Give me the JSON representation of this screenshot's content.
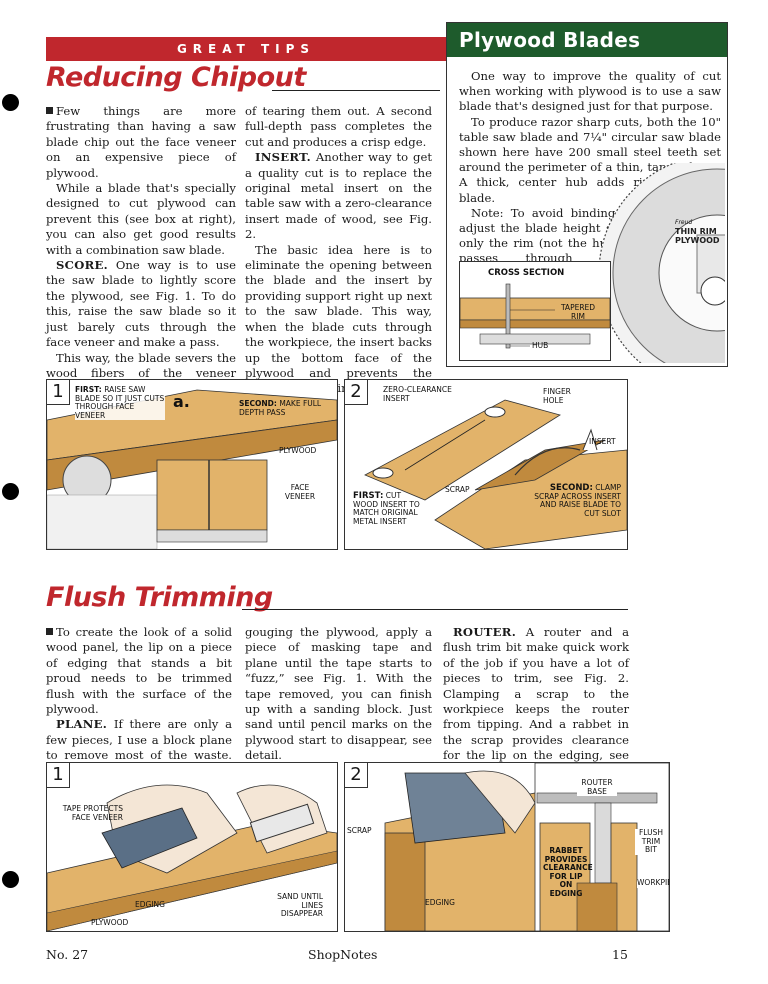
{
  "banner": "GREAT TIPS",
  "chipout": {
    "title": "Reducing Chipout",
    "col1": {
      "p1": "Few things are more frustrating than having a saw blade chip out the face veneer on an expensive piece of plywood.",
      "p2": "While a blade that's specially designed to cut plywood can prevent this (see box at right), you can also get good results with a combination saw blade.",
      "p3_lead": "SCORE.",
      "p3": " One way is to use the saw blade to lightly score the plywood, see Fig. 1. To do this, raise the saw blade so it just barely cuts through the face veneer and make a pass.",
      "p4": "This way, the blade severs the wood fibers of the veneer instead"
    },
    "col2": {
      "p1": "of tearing them out. A second full-depth pass completes the cut and produces a crisp edge.",
      "p2_lead": "INSERT.",
      "p2": " Another way to get a quality cut is to replace the original metal insert on the table saw with a zero-clearance insert made of wood, see Fig. 2.",
      "p3": "The basic idea here is to eliminate the opening between the blade and the insert by providing support right up next to the saw blade. This way, when the blade cuts through the workpiece, the insert backs up the bottom face of the plywood and prevents the veneer from splintering."
    }
  },
  "sidebar": {
    "title": "Plywood Blades",
    "p1": "One way to improve the quality of cut when working with plywood is to use a saw blade that's designed just for that purpose.",
    "p2": "To produce razor sharp cuts, both the 10\" table saw blade and 7¼\" circular saw blade shown here have 200 small steel teeth set around the perimeter of a thin, tapered rim. A thick, center hub adds rigidty to the blade.",
    "p3": "Note: To avoid binding, adjust the blade height so only the rim (not the hub) passes through the workpiece.",
    "cross_section": "CROSS SECTION",
    "tapered_rim": "TAPERED RIM",
    "hub": "HUB",
    "blade_brand": "Freud",
    "blade_text": "THIN RIM PLYWOOD"
  },
  "fig_chip_1": {
    "num": "1",
    "first_lead": "FIRST:",
    "first": "RAISE SAW BLADE SO IT JUST CUTS THROUGH FACE VENEER",
    "a": "a.",
    "second_lead": "SECOND:",
    "second": "MAKE FULL DEPTH PASS",
    "plywood": "PLYWOOD",
    "face_veneer": "FACE VENEER"
  },
  "fig_chip_2": {
    "num": "2",
    "zero": "ZERO-CLEARANCE INSERT",
    "finger": "FINGER HOLE",
    "insert": "INSERT",
    "scrap": "SCRAP",
    "first_lead": "FIRST:",
    "first": "CUT WOOD INSERT TO MATCH ORIGINAL METAL INSERT",
    "second_lead": "SECOND:",
    "second": "CLAMP SCRAP ACROSS INSERT AND RAISE BLADE TO CUT SLOT"
  },
  "flush": {
    "title": "Flush Trimming",
    "col1": {
      "p1": "To create the look of a solid wood panel, the lip on a piece of edging that stands a bit proud needs to be trimmed flush with the surface of the plywood.",
      "p2_lead": "PLANE.",
      "p2": " If there are only a few pieces, I use a block plane to remove most of the waste. To avoid"
    },
    "col2": {
      "p1": "gouging the plywood, apply a piece of masking tape and plane until the tape starts to “fuzz,” see Fig. 1. With the tape removed, you can finish up with a sanding block. Just sand until pencil marks on the plywood start to disappear, see detail."
    },
    "col3": {
      "p1_lead": "ROUTER.",
      "p1": " A router and a flush trim bit make quick work of the job if you have a lot of pieces to trim, see Fig. 2. Clamping a scrap to the workpiece keeps the router from tipping. And a rabbet in the scrap provides clearance for the lip on the edging, see detail."
    }
  },
  "fig_flush_1": {
    "num": "1",
    "tape": "TAPE PROTECTS FACE VENEER",
    "edging": "EDGING",
    "plywood": "PLYWOOD",
    "sand": "SAND UNTIL LINES DISAPPEAR"
  },
  "fig_flush_2": {
    "num": "2",
    "scrap": "SCRAP",
    "edging": "EDGING",
    "router_base": "ROUTER BASE",
    "flush_bit": "FLUSH TRIM BIT",
    "rabbet": "RABBET PROVIDES CLEARANCE FOR LIP ON EDGING",
    "workpiece": "WORKPIECE"
  },
  "footer": {
    "issue": "No. 27",
    "magazine": "ShopNotes",
    "page": "15"
  },
  "colors": {
    "banner_red": "#c0272d",
    "sidebar_green": "#1e5b2c",
    "wood": "#e2b36a",
    "wood_dark": "#c08a3e"
  }
}
